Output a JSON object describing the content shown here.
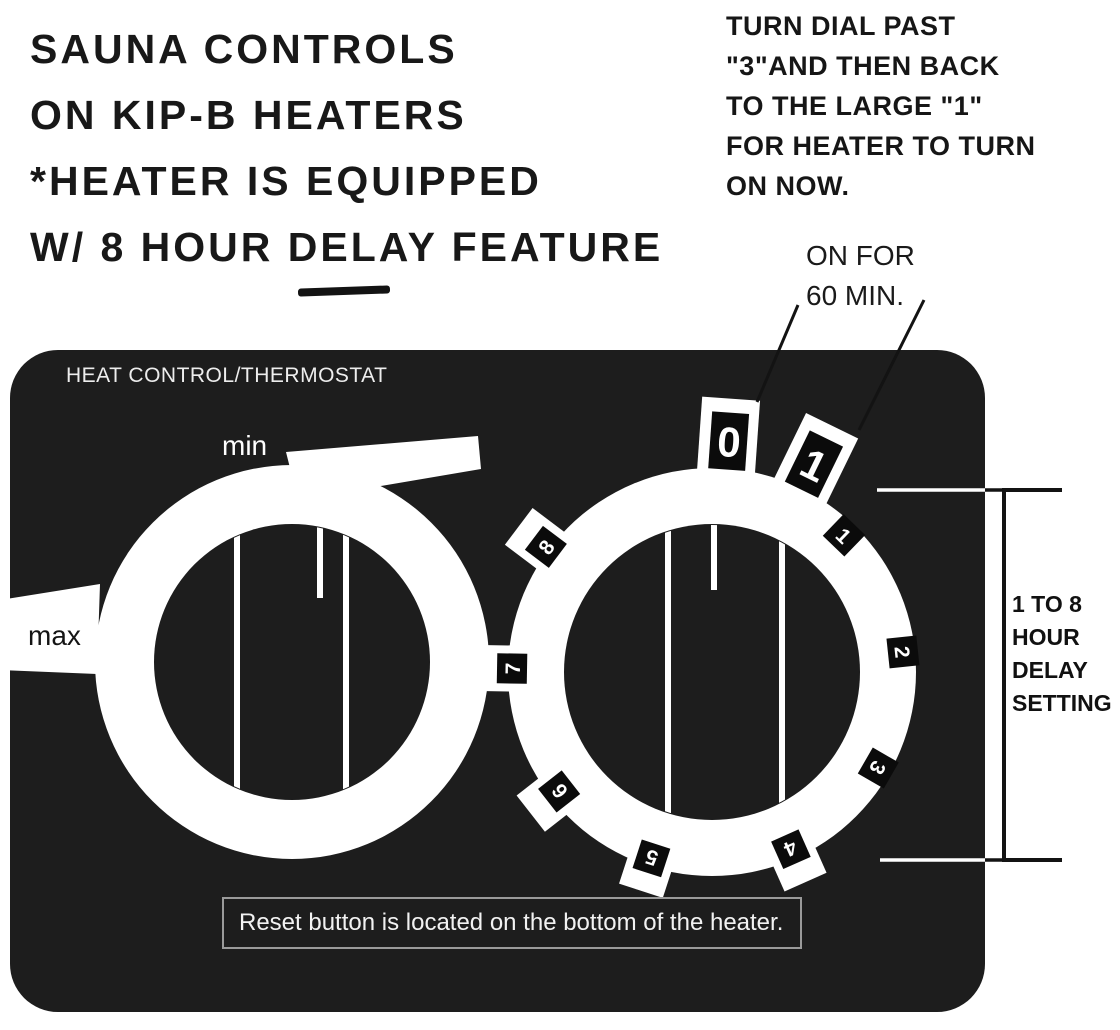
{
  "title": {
    "lines": [
      "SAUNA CONTROLS",
      "ON KIP-B HEATERS",
      "*HEATER IS EQUIPPED",
      "W/ 8 HOUR DELAY FEATURE"
    ]
  },
  "instruction": {
    "lines": [
      "TURN DIAL PAST",
      "\"3\"AND THEN BACK",
      "TO THE LARGE \"1\"",
      "FOR HEATER TO TURN",
      "ON NOW."
    ]
  },
  "callout": {
    "lines": [
      "ON FOR",
      "60 MIN."
    ]
  },
  "panel": {
    "label": "HEAT CONTROL/THERMOSTAT",
    "thermostat_dial": {
      "min_label": "min",
      "max_label": "max"
    },
    "timer_dial": {
      "large_numbers": [
        "0",
        "1"
      ],
      "small_numbers": [
        "1",
        "2",
        "3",
        "4",
        "5",
        "6",
        "7",
        "8"
      ]
    },
    "reset_note": "Reset button is located on the bottom of the heater."
  },
  "delay_annotation": {
    "lines": [
      "1 TO 8",
      "HOUR",
      "DELAY",
      "SETTING"
    ]
  },
  "colors": {
    "panel": "#1d1d1d",
    "ink": "#131313",
    "dial": "#ffffff",
    "number_box": "#0b0b0b"
  }
}
